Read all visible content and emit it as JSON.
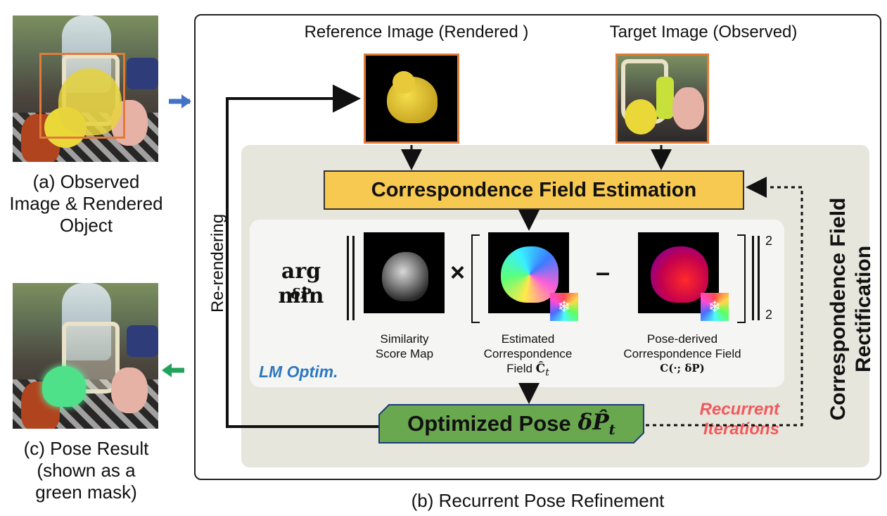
{
  "left": {
    "observed_caption": [
      "(a) Observed",
      "Image & Rendered",
      "Object"
    ],
    "result_caption": [
      "(c) Pose Result",
      "(shown as a",
      "green mask)"
    ]
  },
  "panel": {
    "bottom_caption": "(b) Recurrent Pose Refinement",
    "reference_label": "Reference Image (Rendered )",
    "target_label": "Target Image (Observed)",
    "rerendering": "Re-rendering",
    "cfe": "Correspondence Field Estimation",
    "rectification": [
      "Correspondence Field",
      "Rectification"
    ],
    "argmin": "arg min",
    "argmin_sub": "δP",
    "times": "×",
    "minus": "–",
    "sup2": "2",
    "sub2": "2",
    "similarity": [
      "Similarity",
      "Score Map"
    ],
    "estimated": [
      "Estimated",
      "Correspondence",
      "Field "
    ],
    "estimated_sym": "Ĉ",
    "estimated_sub": "t",
    "posederived": [
      "Pose-derived",
      "Correspondence Field"
    ],
    "posederived_sym": "C(·; δP)",
    "lm": "LM Optim.",
    "optimized": "Optimized Pose",
    "optimized_sym": "δP̂",
    "optimized_sub": "t",
    "recurrent": [
      "Recurrent",
      "Iterations"
    ],
    "snowflake": "❄"
  },
  "colors": {
    "orange_box": "#e07b39",
    "cfe_fill": "#f7c951",
    "opt_fill": "#6aa84f",
    "gray_area": "#e6e6dd",
    "arrow_in": "#4472c4",
    "arrow_out": "#21a35b",
    "recurrent_text": "#f2595c",
    "lm_text": "#2e78c0"
  }
}
